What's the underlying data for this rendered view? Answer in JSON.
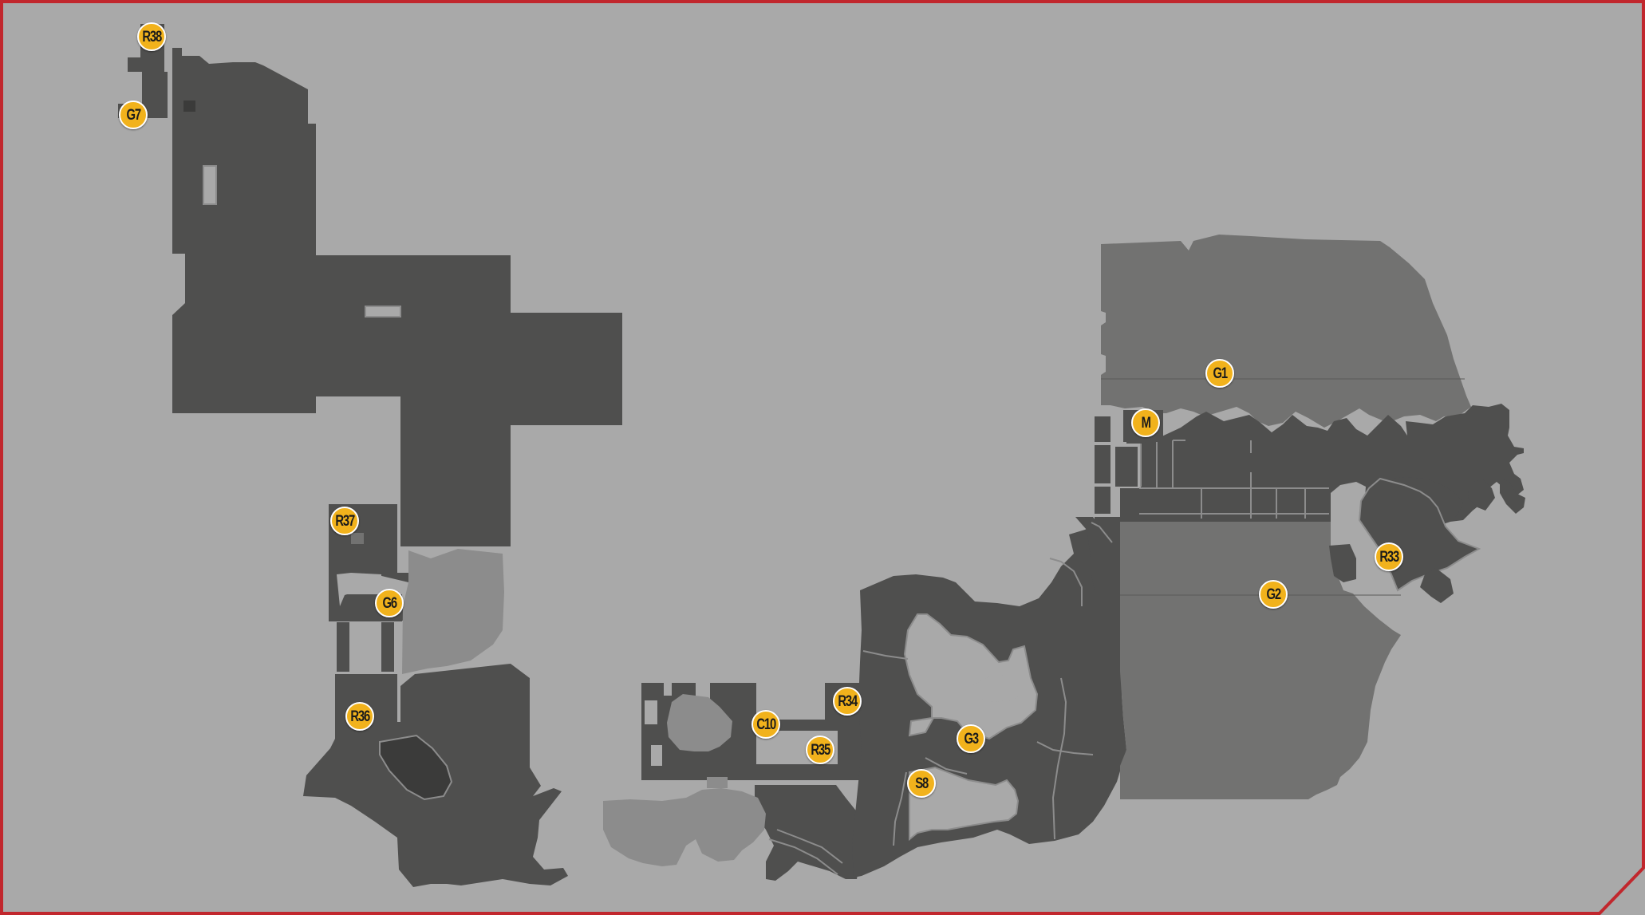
{
  "map": {
    "colors": {
      "background": "#a9a9a9",
      "frame": "#c1272d",
      "zone_dark": "#4f4f4e",
      "zone_darker": "#3b3b3a",
      "zone_mid": "#727271",
      "zone_light": "#8c8c8c",
      "marker_fill": "#f1b21c",
      "marker_text": "#1b1b1b"
    },
    "markers": [
      {
        "id": "R38",
        "label": "R38"
      },
      {
        "id": "G7",
        "label": "G7"
      },
      {
        "id": "R37",
        "label": "R37"
      },
      {
        "id": "G6",
        "label": "G6"
      },
      {
        "id": "R36",
        "label": "R36"
      },
      {
        "id": "C10",
        "label": "C10"
      },
      {
        "id": "R34",
        "label": "R34"
      },
      {
        "id": "R35",
        "label": "R35"
      },
      {
        "id": "G3",
        "label": "G3"
      },
      {
        "id": "S8",
        "label": "S8"
      },
      {
        "id": "G1",
        "label": "G1"
      },
      {
        "id": "M",
        "label": "M"
      },
      {
        "id": "G2",
        "label": "G2"
      },
      {
        "id": "R33",
        "label": "R33"
      }
    ]
  }
}
